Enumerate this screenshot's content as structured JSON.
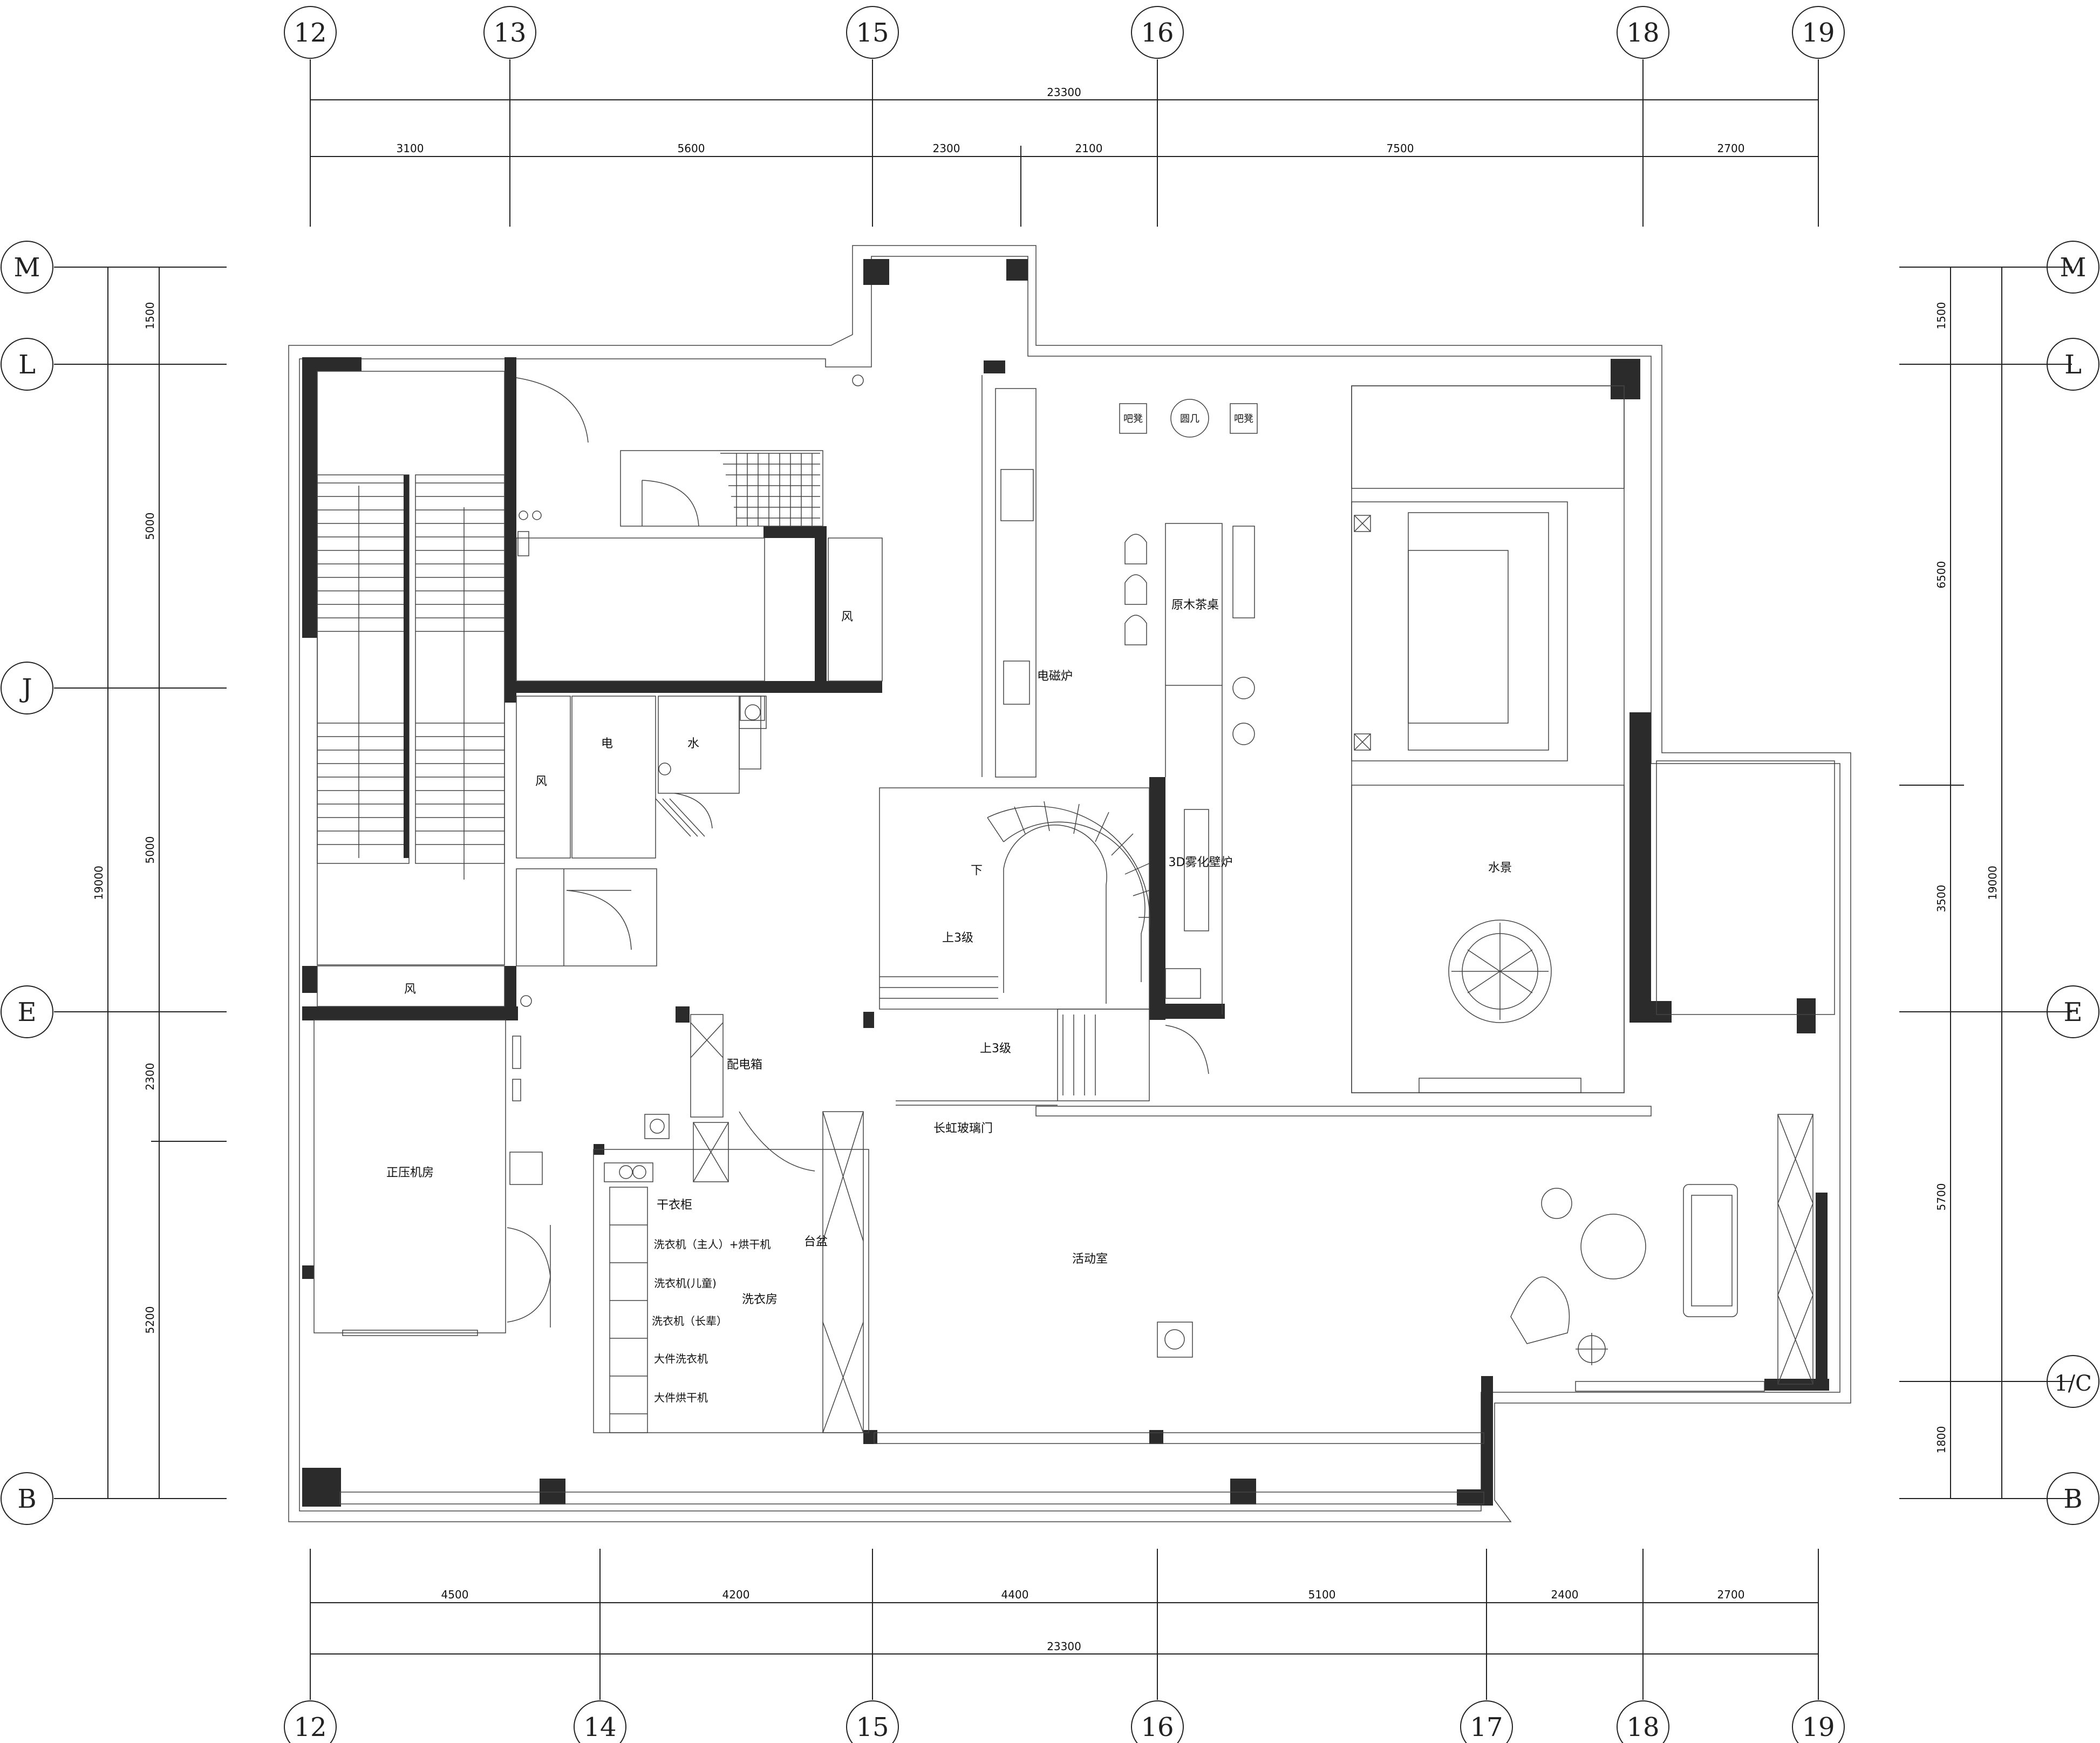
{
  "colors": {
    "wall": "#2b2b2b",
    "line": "#222222",
    "background": "#ffffff"
  },
  "axes": {
    "top": [
      "12",
      "13",
      "15",
      "16",
      "18",
      "19"
    ],
    "bottom": [
      "12",
      "14",
      "15",
      "16",
      "17",
      "18",
      "19"
    ],
    "left": [
      "M",
      "L",
      "J",
      "E",
      "B"
    ],
    "right": [
      "M",
      "L",
      "E",
      "1/C",
      "B"
    ]
  },
  "dimensions": {
    "top_total": "23300",
    "top_segments": [
      "3100",
      "5600",
      "2300",
      "2100",
      "7500",
      "2700"
    ],
    "bottom_total": "23300",
    "bottom_segments": [
      "4500",
      "4200",
      "4400",
      "5100",
      "2400",
      "2700"
    ],
    "left_total": "19000",
    "left_segments": [
      "1500",
      "5000",
      "5000",
      "2300",
      "5200"
    ],
    "right_total": "19000",
    "right_segments": [
      "1500",
      "6500",
      "3500",
      "5700",
      "1800"
    ]
  },
  "rooms": {
    "bar_stool_1": "吧凳",
    "round_table": "圆几",
    "bar_stool_2": "吧凳",
    "tea_table": "原木茶桌",
    "induction": "电磁炉",
    "fireplace": "3D雾化壁炉",
    "water_feature": "水景",
    "duct_1": "风",
    "duct_2": "风",
    "electric": "电",
    "water": "水",
    "down": "下",
    "up_3_a": "上3级",
    "up_3_b": "上3级",
    "duct_3": "风",
    "distribution_box": "配电箱",
    "glass_door": "长虹玻璃门",
    "pressure_room": "正压机房",
    "dry_cabinet": "干衣柜",
    "washer_master": "洗衣机（主人）+烘干机",
    "washer_child": "洗衣机(儿童)",
    "washer_elder": "洗衣机（长辈）",
    "laundry_room": "洗衣房",
    "big_washer": "大件洗衣机",
    "big_dryer": "大件烘干机",
    "counter": "台盆",
    "activity_room": "活动室"
  }
}
